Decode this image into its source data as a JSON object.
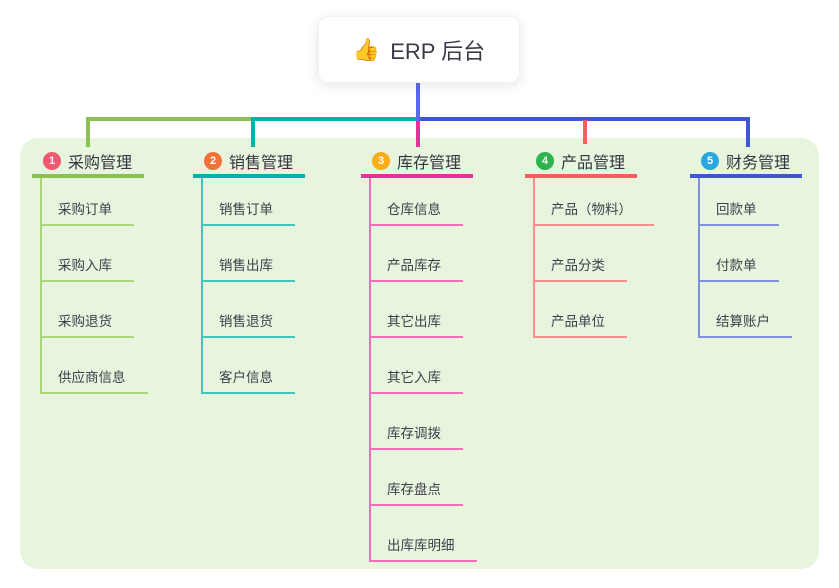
{
  "root": {
    "icon": "👍",
    "label": "ERP 后台"
  },
  "canvas": {
    "background": "#ffffff",
    "panel_background": "#e7f5df"
  },
  "connectors": {
    "root_stem": "#5b68e8",
    "left_green": "#8cc152",
    "mid_teal": "#00b3aa",
    "right_blue": "#3e57d0",
    "drop_pink": "#e33197",
    "drop_red": "#f75c5f"
  },
  "branches": [
    {
      "num": "1",
      "label": "采购管理",
      "badge_color": "#ee5a72",
      "line_color": "#8cc152",
      "child_line_color": "#a9d57d",
      "children": [
        "采购订单",
        "采购入库",
        "采购退货",
        "供应商信息"
      ]
    },
    {
      "num": "2",
      "label": "销售管理",
      "badge_color": "#f3703a",
      "line_color": "#00b3aa",
      "child_line_color": "#45c3bc",
      "children": [
        "销售订单",
        "销售出库",
        "销售退货",
        "客户信息"
      ]
    },
    {
      "num": "3",
      "label": "库存管理",
      "badge_color": "#fbad18",
      "line_color": "#e33197",
      "child_line_color": "#ef6fbb",
      "children": [
        "仓库信息",
        "产品库存",
        "其它出库",
        "其它入库",
        "库存调拨",
        "库存盘点",
        "出库库明细"
      ]
    },
    {
      "num": "4",
      "label": "产品管理",
      "badge_color": "#2db44d",
      "line_color": "#f75c5f",
      "child_line_color": "#f5918c",
      "children": [
        "产品（物料）",
        "产品分类",
        "产品单位"
      ]
    },
    {
      "num": "5",
      "label": "财务管理",
      "badge_color": "#2aa7de",
      "line_color": "#3e57d0",
      "child_line_color": "#7e91da",
      "children": [
        "回款单",
        "付款单",
        "结算账户"
      ]
    }
  ]
}
